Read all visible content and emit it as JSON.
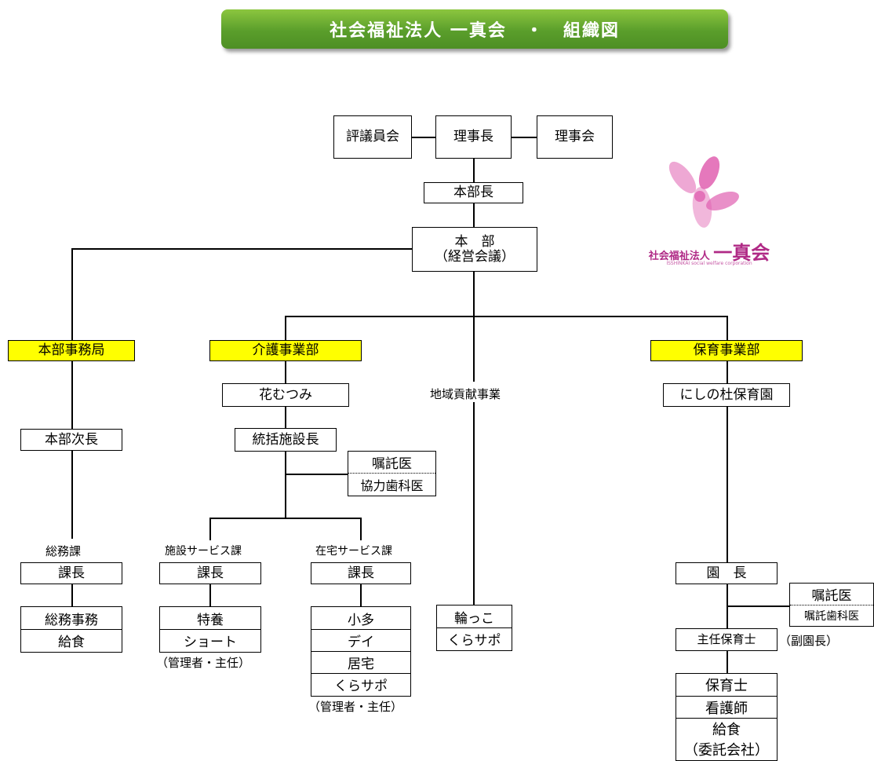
{
  "title": {
    "left": "社会福祉法人 一真会",
    "dot": "・",
    "right": "組織図"
  },
  "top": {
    "council": "評議員会",
    "chairman": "理事長",
    "board": "理事会",
    "hq_head": "本部長",
    "hq_line1": "本　部",
    "hq_line2": "（経営会議）"
  },
  "depts": {
    "office": "本部事務局",
    "care": "介護事業部",
    "community": "地域貢献事業",
    "childcare": "保育事業部"
  },
  "office": {
    "deputy": "本部次長",
    "section": "総務課",
    "chief": "課長",
    "items": [
      "総務事務",
      "給食"
    ]
  },
  "care": {
    "facility": "花むつみ",
    "director": "統括施設長",
    "doctors": [
      "嘱託医",
      "協力歯科医"
    ],
    "fac_section": "施設サービス課",
    "fac_chief": "課長",
    "fac_items": [
      "特養",
      "ショート"
    ],
    "fac_note": "（管理者・主任）",
    "home_section": "在宅サービス課",
    "home_chief": "課長",
    "home_items": [
      "小多",
      "デイ",
      "居宅",
      "くらサポ"
    ],
    "home_note": "（管理者・主任）"
  },
  "community": {
    "items": [
      "輪っこ",
      "くらサポ"
    ]
  },
  "childcare": {
    "nursery": "にしの杜保育園",
    "principal": "園　長",
    "doctors": [
      "嘱託医",
      "嘱託歯科医"
    ],
    "head_teacher": "主任保育士",
    "vice_note": "（副園長）",
    "staff": [
      "保育士",
      "看護師",
      "給食"
    ],
    "contract_note": "（委託会社）"
  },
  "logo": {
    "org_prefix": "社会福祉法人",
    "org_name": "一真会",
    "tagline": "ISSHINKAI social welfare corporation",
    "petal_color": "#e060b0"
  },
  "colors": {
    "banner": "#6aae34",
    "dept_highlight": "#ffff00"
  }
}
